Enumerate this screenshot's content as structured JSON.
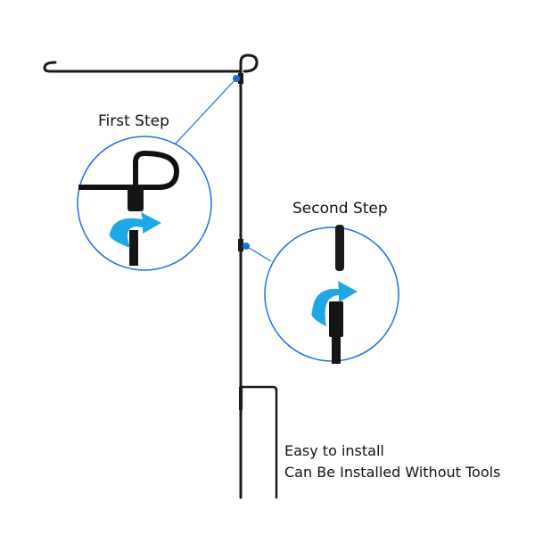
{
  "labels": {
    "first_step": "First Step",
    "second_step": "Second Step",
    "caption_line1": "Easy to install",
    "caption_line2": "Can Be Installed Without Tools"
  },
  "icons": {
    "arrow_first": "curved-arrow-icon",
    "arrow_second": "curved-arrow-icon"
  },
  "colors": {
    "callout_blue": "#1a6fe0",
    "arrow_cyan": "#1fa8e6",
    "pole_black": "#1a1a1a",
    "background": "#ffffff"
  }
}
